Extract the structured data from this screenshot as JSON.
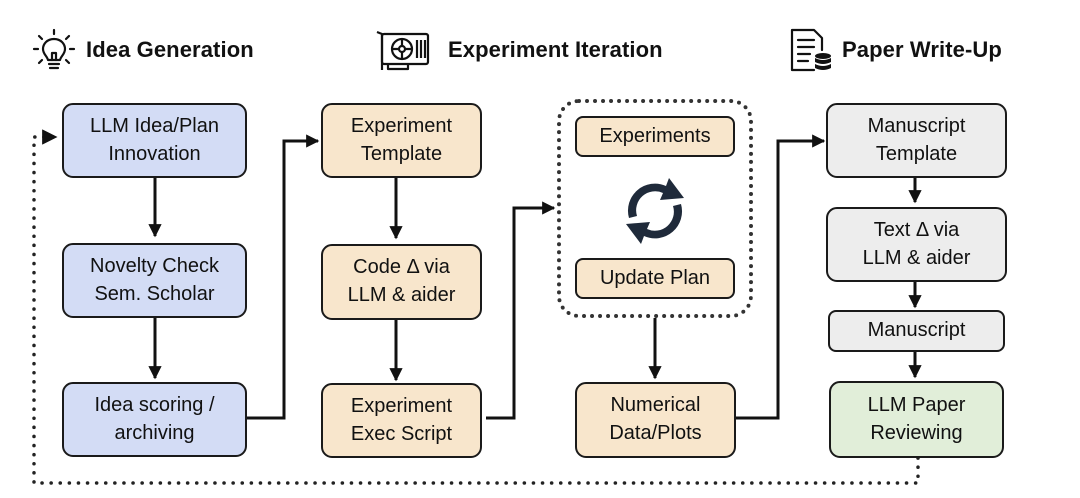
{
  "headers": {
    "idea": "Idea Generation",
    "experiment": "Experiment Iteration",
    "paper": "Paper Write-Up"
  },
  "icons": {
    "idea": "lightbulb-icon",
    "experiment": "gpu-card-icon",
    "paper": "document-database-icon",
    "loop": "refresh-cycle-icon"
  },
  "colors": {
    "idea_column": "#d3dcf5",
    "experiment_column": "#f8e6cc",
    "paper_column": "#ededed",
    "review_box": "#e1eed9"
  },
  "idea_column": {
    "llm_idea_plan": [
      "LLM Idea/Plan",
      "Innovation"
    ],
    "novelty_check": [
      "Novelty Check",
      "Sem. Scholar"
    ],
    "idea_scoring": [
      "Idea scoring /",
      "archiving"
    ]
  },
  "experiment_column": {
    "experiment_template": [
      "Experiment",
      "Template"
    ],
    "code_delta": [
      "Code Δ via",
      "LLM & aider"
    ],
    "exec_script": [
      "Experiment",
      "Exec Script"
    ]
  },
  "loop_column": {
    "experiments": "Experiments",
    "update_plan": "Update Plan",
    "numerical_data": [
      "Numerical",
      "Data/Plots"
    ]
  },
  "paper_column": {
    "manuscript_template": [
      "Manuscript",
      "Template"
    ],
    "text_delta": [
      "Text Δ via",
      "LLM & aider"
    ],
    "manuscript": "Manuscript",
    "llm_review": [
      "LLM Paper",
      "Reviewing"
    ]
  }
}
